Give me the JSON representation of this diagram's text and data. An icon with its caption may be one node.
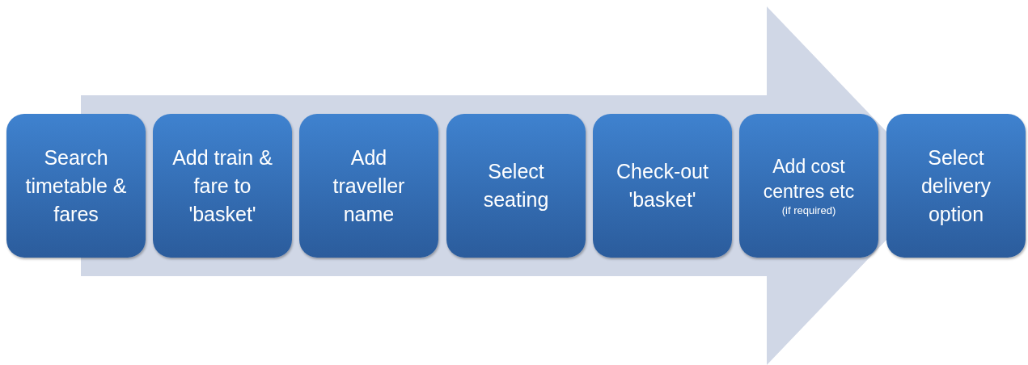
{
  "diagram": {
    "nodes": [
      {
        "text": [
          "Search timetable & fares"
        ]
      },
      {
        "text": [
          "Add train & fare to 'basket'"
        ]
      },
      {
        "text": [
          "Add traveller name"
        ]
      },
      {
        "text": [
          "Select seating"
        ]
      },
      {
        "text": [
          "Check-out 'basket'"
        ]
      },
      {
        "text": [
          "Add cost centres etc",
          "(if required)"
        ]
      },
      {
        "text": [
          "Select delivery option"
        ]
      }
    ],
    "edges": [
      {
        "from": 0,
        "to": 6,
        "arrow": "to"
      }
    ]
  }
}
